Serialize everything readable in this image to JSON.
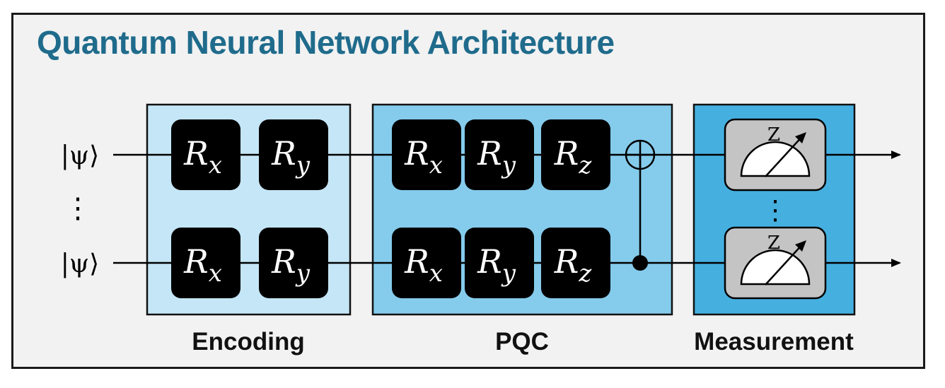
{
  "title": "Quantum Neural Network Architecture",
  "colors": {
    "title": "#1f6b8c",
    "encoding_fill": "#c5e6f6",
    "pqc_fill": "#85cbec",
    "measurement_fill": "#45b0e0",
    "gate_fill": "#000000",
    "meter_fill": "#c4c4c4"
  },
  "qubits": [
    {
      "input_state": "|ψ⟩",
      "index": "top"
    },
    {
      "input_state": "|ψ⟩",
      "index": "bottom"
    }
  ],
  "vertical_dots": "⋮",
  "sections": {
    "encoding": {
      "label": "Encoding",
      "gates": [
        {
          "base": "R",
          "sub": "x"
        },
        {
          "base": "R",
          "sub": "y"
        }
      ]
    },
    "pqc": {
      "label": "PQC",
      "gates": [
        {
          "base": "R",
          "sub": "x"
        },
        {
          "base": "R",
          "sub": "y"
        },
        {
          "base": "R",
          "sub": "z"
        }
      ],
      "entangler": "CNOT"
    },
    "measurement": {
      "label": "Measurement",
      "basis": "Z"
    }
  }
}
